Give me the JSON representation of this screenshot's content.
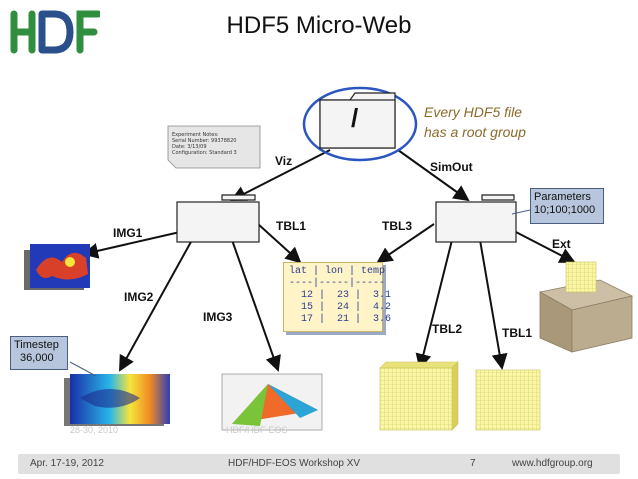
{
  "slide": {
    "title": "HDF5 Micro-Web",
    "logo_text": "HDF",
    "colors": {
      "logo_green": "#2f8f3f",
      "logo_blue": "#2a4f8a",
      "ellipse": "#2b56c2",
      "note_text": "#8a6a2a",
      "callout_fill": "#b7c6dd"
    }
  },
  "diagram": {
    "root": {
      "label": "/"
    },
    "root_note": [
      "Every HDF5 file",
      "has a root group"
    ],
    "experiment_notes": [
      "Experiment Notes:",
      "Serial Number: 99378820",
      "Date: 3/13/09",
      "Configuration: Standard 3"
    ],
    "edges": {
      "viz": "Viz",
      "simout": "SimOut",
      "img1": "IMG1",
      "img2": "IMG2",
      "img3": "IMG3",
      "tbl1_left": "TBL1",
      "tbl3": "TBL3",
      "tbl2": "TBL2",
      "tbl1_right": "TBL1",
      "ext": "Ext"
    },
    "parameters": [
      "Parameters",
      "10;100;1000"
    ],
    "timestep": [
      "Timestep",
      "36,000"
    ],
    "table_text": [
      "lat | lon | temp",
      "----|-----|-----",
      "  12 |  23 |  3.1",
      "  15 |  24 |  4.2",
      "  17 |  21 |  3.6"
    ],
    "image_captions": {
      "img2_caption": "28-30, 2010",
      "img3_caption": "HDF/HDF-EOS"
    }
  },
  "footer": {
    "date": "Apr. 17-19, 2012",
    "event": "HDF/HDF-EOS Workshop XV",
    "page": "7",
    "url": "www.hdfgroup.org"
  }
}
